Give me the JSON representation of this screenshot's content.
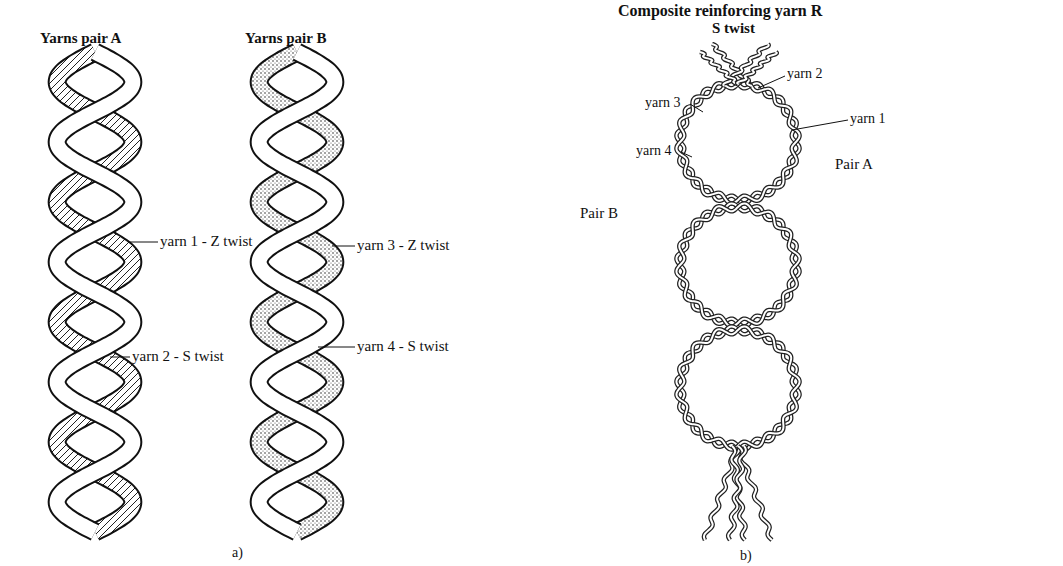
{
  "diagram": {
    "labels": [
      "Yarns pair A",
      "yarn 1 - Z twist",
      "yarn 2 - S twist",
      "Yarns pair B",
      "yarn 3 - Z twist",
      "yarn 4 - S twist",
      "a)",
      "Composite reinforcing yarn R",
      "S twist",
      "yarn 2",
      "yarn 3",
      "yarn 1",
      "yarn 4",
      "Pair A",
      "Pair B",
      "b)"
    ]
  }
}
